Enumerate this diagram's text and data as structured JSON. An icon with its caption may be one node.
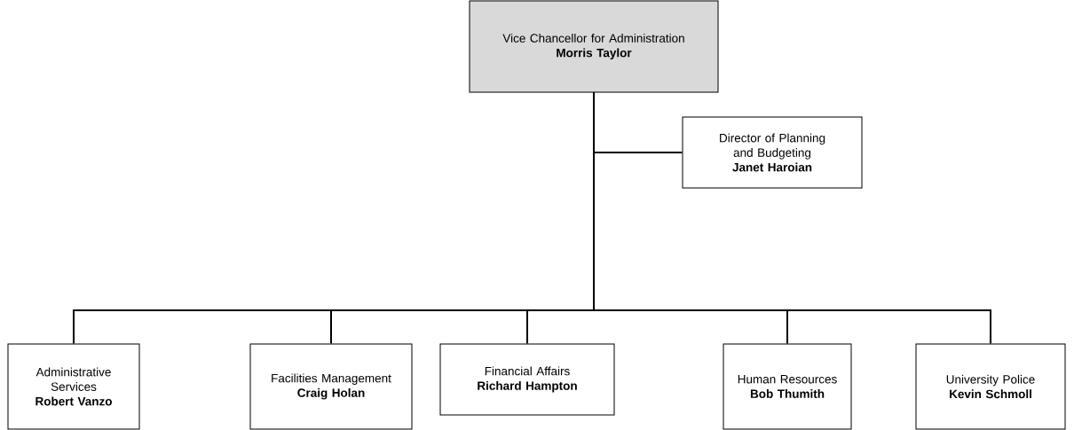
{
  "diagram": {
    "nodes": [
      {
        "text": [
          "Vice Chancellor for Administration",
          "Morris Taylor"
        ]
      },
      {
        "text": [
          "Director of Planning and Budgeting",
          "Janet Haroian"
        ]
      },
      {
        "text": [
          "Administrative Services",
          "Robert Vanzo"
        ]
      },
      {
        "text": [
          "Facilities Management",
          "Craig Holan"
        ]
      },
      {
        "text": [
          "Financial Affairs",
          "Richard Hampton"
        ]
      },
      {
        "text": [
          "Human Resources",
          "Bob Thumith"
        ]
      },
      {
        "text": [
          "University Police",
          "Kevin Schmoll"
        ]
      }
    ],
    "edges": [
      {
        "from": 0,
        "to": 1,
        "arrow": "none"
      },
      {
        "from": 0,
        "to": 2,
        "arrow": "none"
      },
      {
        "from": 0,
        "to": 3,
        "arrow": "none"
      },
      {
        "from": 0,
        "to": 4,
        "arrow": "none"
      },
      {
        "from": 0,
        "to": 5,
        "arrow": "none"
      },
      {
        "from": 0,
        "to": 6,
        "arrow": "none"
      }
    ]
  }
}
